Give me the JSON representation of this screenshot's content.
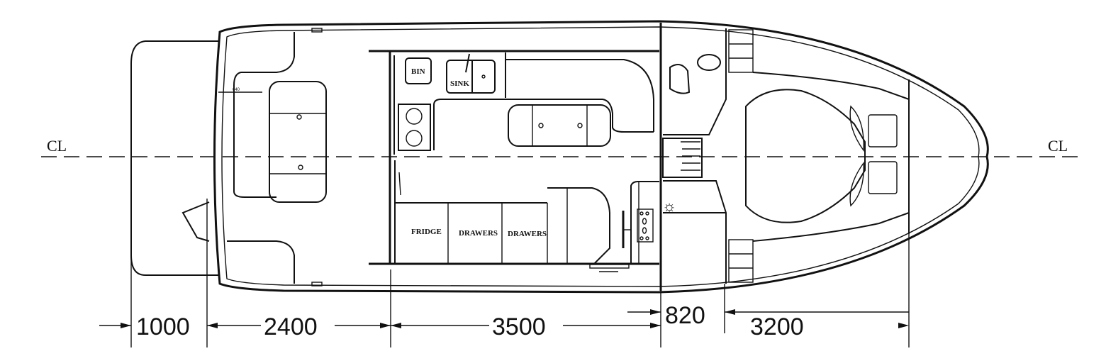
{
  "centerline": {
    "left_label": "CL",
    "right_label": "CL"
  },
  "labels": {
    "bin": "BIN",
    "sink": "SINK",
    "fridge": "FRIDGE",
    "drawers_1": "DRAWERS",
    "drawers_2": "DRAWERS",
    "cockpit_dim": "640"
  },
  "dimensions": [
    "1000",
    "2400",
    "3500",
    "820",
    "3200"
  ]
}
